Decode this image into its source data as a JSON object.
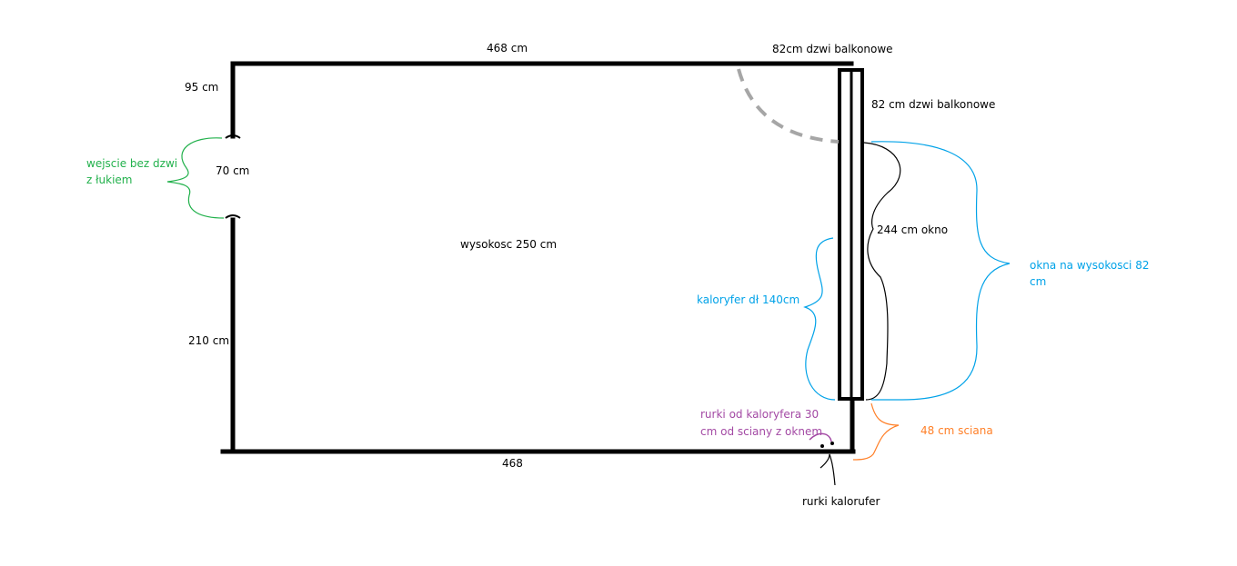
{
  "labels": {
    "top_width": "468 cm",
    "balcony_door_top": "82cm dzwi balkonowe",
    "balcony_door_side": "82 cm dzwi balkonowe",
    "left_upper": "95 cm",
    "entrance_width": "70 cm",
    "entrance_note_line1": "wejscie bez dzwi",
    "entrance_note_line2": "z łukiem",
    "room_height": "wysokosc 250 cm",
    "window_length": "244 cm okno",
    "windows_height_line1": "okna na wysokosci 82",
    "windows_height_line2": "cm",
    "radiator": "kaloryfer dł 140cm",
    "left_lower": "210 cm",
    "pipes_note_line1": "rurki od kaloryfera 30",
    "pipes_note_line2": "cm od sciany z oknem",
    "wall_segment": "48 cm sciana",
    "bottom_width": "468",
    "pipes_label": "rurki kalorufer"
  },
  "colors": {
    "wall": "#000000",
    "door_swing": "#a6a6a6",
    "entrance": "#22b14c",
    "window_brace": "#00a2e8",
    "pipes": "#a349a4",
    "wall_segment": "#ff7f27",
    "text": "#000000"
  }
}
